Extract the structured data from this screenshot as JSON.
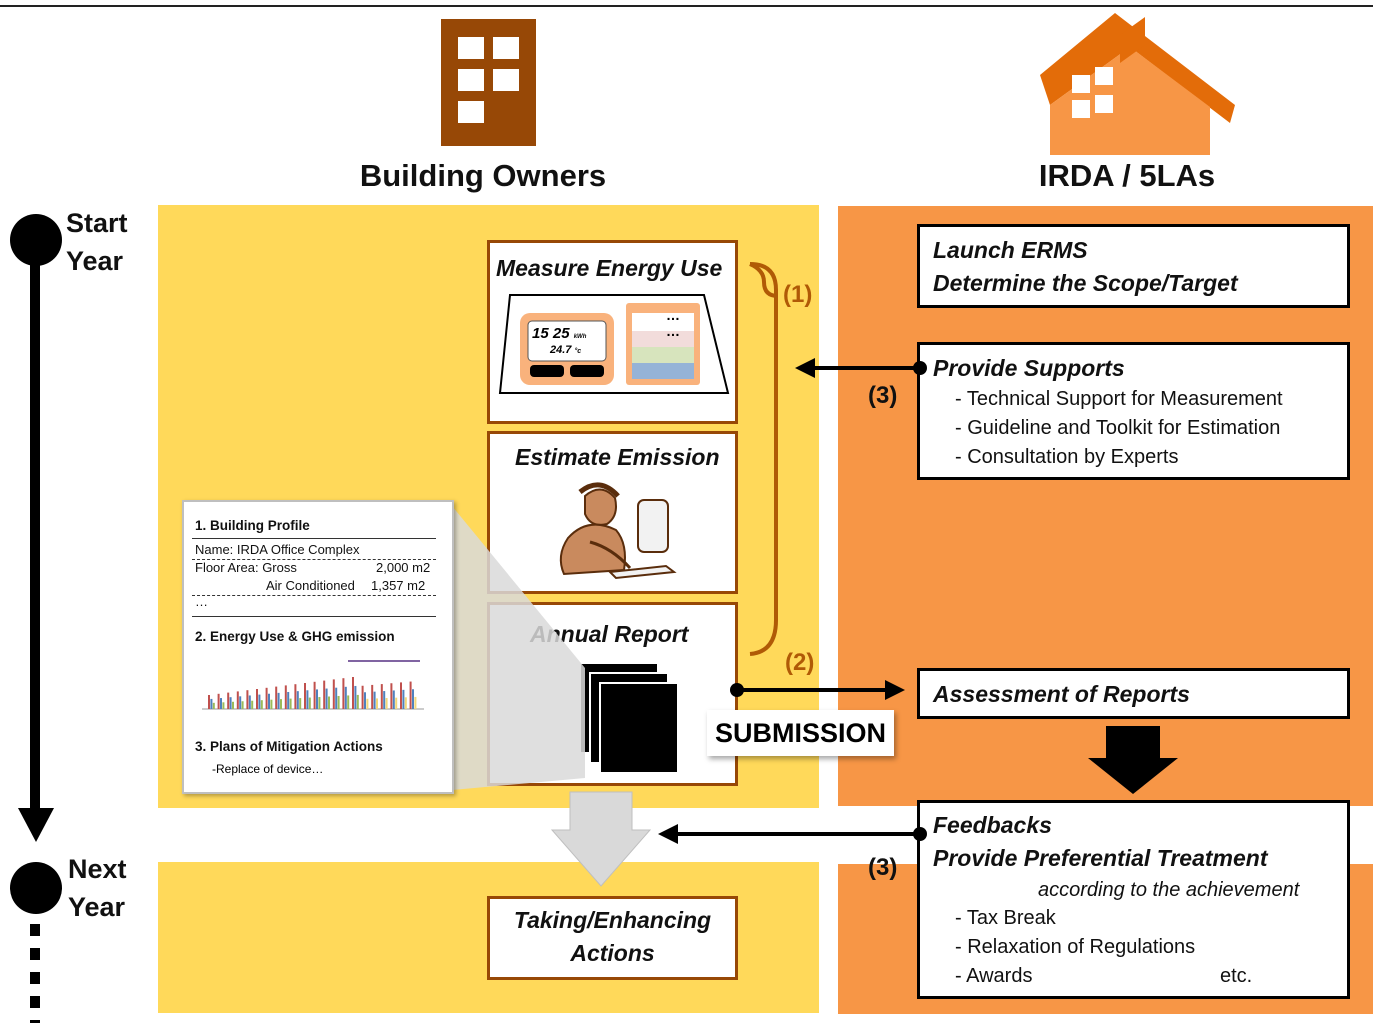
{
  "columns": {
    "left": "Building Owners",
    "right": "IRDA / 5LAs"
  },
  "timeline": {
    "start": [
      "Start",
      "Year"
    ],
    "next": [
      "Next",
      "Year"
    ]
  },
  "left_steps": {
    "measure": "Measure Energy Use",
    "meter": {
      "value": "15 25",
      "unit": "kWh",
      "temp": "24.7",
      "temp_unit": "°c",
      "dots1": "…",
      "dots2": "…"
    },
    "estimate": "Estimate Emission",
    "annual": "Annual Report",
    "taking": [
      "Taking/Enhancing",
      "Actions"
    ]
  },
  "markers": {
    "m1": "(1)",
    "m2": "(2)",
    "m3a": "(3)",
    "m3b": "(3)",
    "submission": "SUBMISSION"
  },
  "report_doc": {
    "s1": "1. Building Profile",
    "name": "Name: IRDA Office Complex",
    "floor": "Floor Area: Gross",
    "gross_val": "2,000 m2",
    "air": "Air Conditioned",
    "air_val": "1,357 m2",
    "ellipsis": "…",
    "s2": "2. Energy Use & GHG emission",
    "s3": "3. Plans of Mitigation Actions",
    "s3_item": "-Replace of device…"
  },
  "right_boxes": {
    "launch": [
      "Launch ERMS",
      "Determine the Scope/Target"
    ],
    "supports": {
      "title": "Provide Supports",
      "items": [
        "- Technical Support for Measurement",
        "- Guideline and Toolkit for Estimation",
        "- Consultation by Experts"
      ]
    },
    "assessment": "Assessment of Reports",
    "feedbacks": {
      "line1": "Feedbacks",
      "line2": "Provide Preferential Treatment",
      "line3": "according to the achievement",
      "items": [
        "- Tax Break",
        "- Relaxation of Regulations",
        "- Awards"
      ],
      "etc": "etc."
    }
  },
  "colors": {
    "yellow_panel": "#ffd95a",
    "orange_panel": "#f79646",
    "brown": "#974806",
    "orange_house": "#e36c09"
  }
}
